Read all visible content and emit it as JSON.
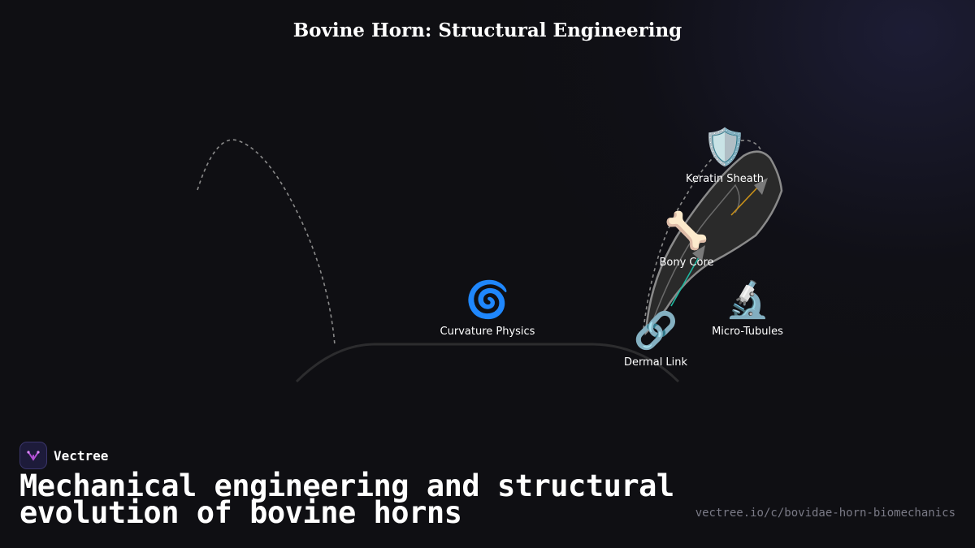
{
  "title": "Bovine Horn: Structural Engineering",
  "nodes": [
    {
      "label": "Keratin Sheath",
      "icon": "shield-icon",
      "glyph": "🛡️"
    },
    {
      "label": "Bony Core",
      "icon": "bone-icon",
      "glyph": "🦴"
    },
    {
      "label": "Curvature Physics",
      "icon": "spiral-icon",
      "glyph": "🌀"
    },
    {
      "label": "Micro-Tubules",
      "icon": "microscope-icon",
      "glyph": "🔬"
    },
    {
      "label": "Dermal Link",
      "icon": "link-icon",
      "glyph": "🔗"
    }
  ],
  "brand": {
    "name": "Vectree"
  },
  "headline": "Mechanical engineering and structural evolution of bovine horns",
  "url": "vectree.io/c/bovidae-horn-biomechanics",
  "colors": {
    "background": "#0f0f13",
    "horn_fill": "#2a2a2a",
    "horn_stroke": "#8a8a8a",
    "keratin_arrow": "#c8901a",
    "core_arrow": "#1fb8a0",
    "logo_accent": "#b34fd6"
  }
}
